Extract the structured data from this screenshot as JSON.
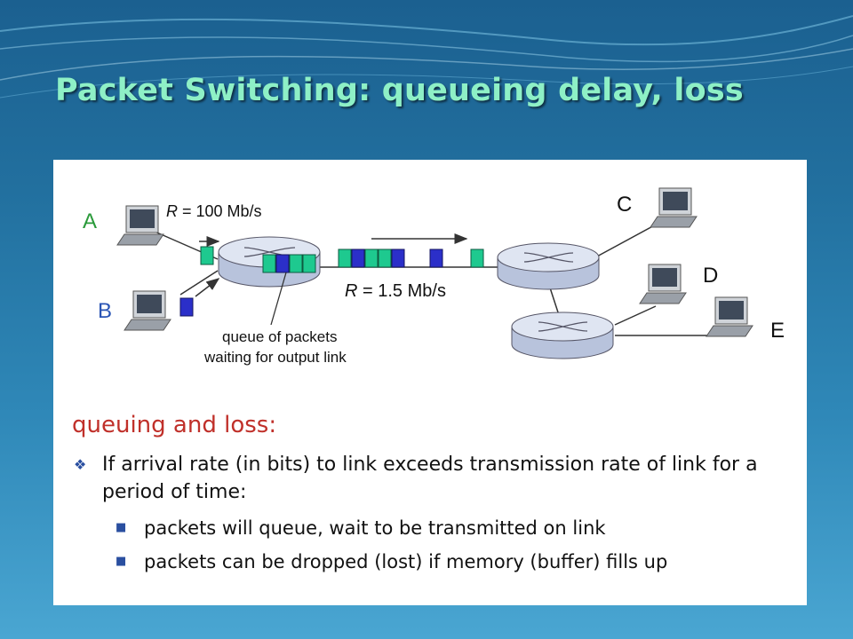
{
  "title": "Packet Switching: queueing delay, loss",
  "colors": {
    "title": "#8ef0c6",
    "heading": "#c0302a",
    "packet_green": "#1ec98f",
    "packet_blue": "#2b2fc9"
  },
  "diagram": {
    "host_a_label": "A",
    "host_b_label": "B",
    "host_c_label": "C",
    "host_d_label": "D",
    "host_e_label": "E",
    "rate_in_var": "R",
    "rate_in_value": " = 100 Mb/s",
    "rate_out_var": "R",
    "rate_out_value": " = 1.5 Mb/s",
    "queue_caption_line1": "queue of packets",
    "queue_caption_line2": "waiting for output link"
  },
  "content": {
    "heading": "queuing and loss:",
    "bullet_icon": "diamond-bullet-icon",
    "sub_bullet_icon": "square-bullet-icon",
    "main_bullet": "If arrival rate (in bits) to link exceeds transmission rate of link for a period of time:",
    "sub_bullets": [
      "packets will queue, wait to be transmitted on link",
      "packets can be dropped (lost) if memory (buffer) fills up"
    ]
  }
}
